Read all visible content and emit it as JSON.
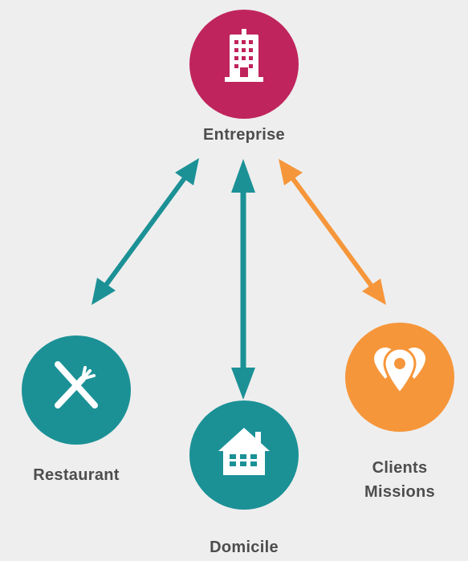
{
  "colors": {
    "background": "#eeeeee",
    "entreprise": "#c0245c",
    "teal": "#1b9196",
    "orange": "#f6963a",
    "label_text": "#4d4d4d",
    "icon": "#ffffff"
  },
  "nodes": {
    "entreprise": {
      "label": "Entreprise",
      "icon": "office-building-icon"
    },
    "restaurant": {
      "label": "Restaurant",
      "icon": "fork-knife-icon"
    },
    "domicile": {
      "label": "Domicile",
      "icon": "house-icon"
    },
    "clients": {
      "label_line1": "Clients",
      "label_line2": "Missions",
      "icon": "map-pins-icon"
    }
  },
  "connections": [
    {
      "from": "entreprise",
      "to": "restaurant",
      "color": "teal",
      "bidirectional": true
    },
    {
      "from": "entreprise",
      "to": "domicile",
      "color": "teal",
      "bidirectional": true
    },
    {
      "from": "entreprise",
      "to": "clients",
      "color": "orange",
      "bidirectional": true
    }
  ]
}
